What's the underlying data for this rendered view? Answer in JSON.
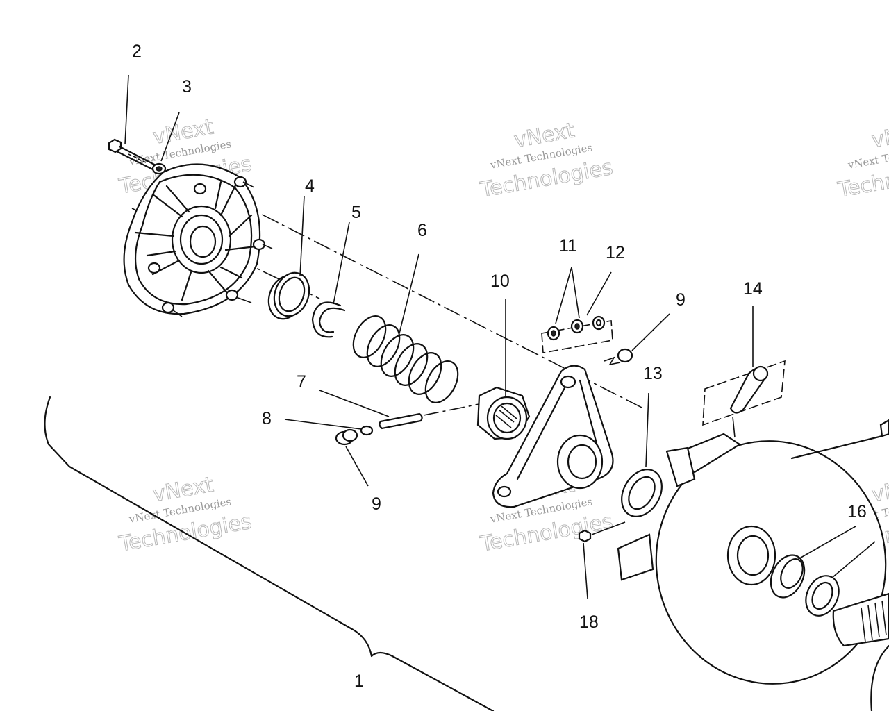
{
  "diagram": {
    "callouts": [
      {
        "id": "c2",
        "text": "2"
      },
      {
        "id": "c3",
        "text": "3"
      },
      {
        "id": "c4",
        "text": "4"
      },
      {
        "id": "c5",
        "text": "5"
      },
      {
        "id": "c6",
        "text": "6"
      },
      {
        "id": "c7",
        "text": "7"
      },
      {
        "id": "c8",
        "text": "8"
      },
      {
        "id": "c9a",
        "text": "9"
      },
      {
        "id": "c9b",
        "text": "9"
      },
      {
        "id": "c10",
        "text": "10"
      },
      {
        "id": "c11",
        "text": "11"
      },
      {
        "id": "c12",
        "text": "12"
      },
      {
        "id": "c13",
        "text": "13"
      },
      {
        "id": "c14",
        "text": "14"
      },
      {
        "id": "c16",
        "text": "16"
      },
      {
        "id": "c18",
        "text": "18"
      },
      {
        "id": "c1",
        "text": "1"
      }
    ],
    "watermark": {
      "line1": "vNext",
      "line2": "vNext Technologies",
      "line3": "Technologies"
    }
  }
}
